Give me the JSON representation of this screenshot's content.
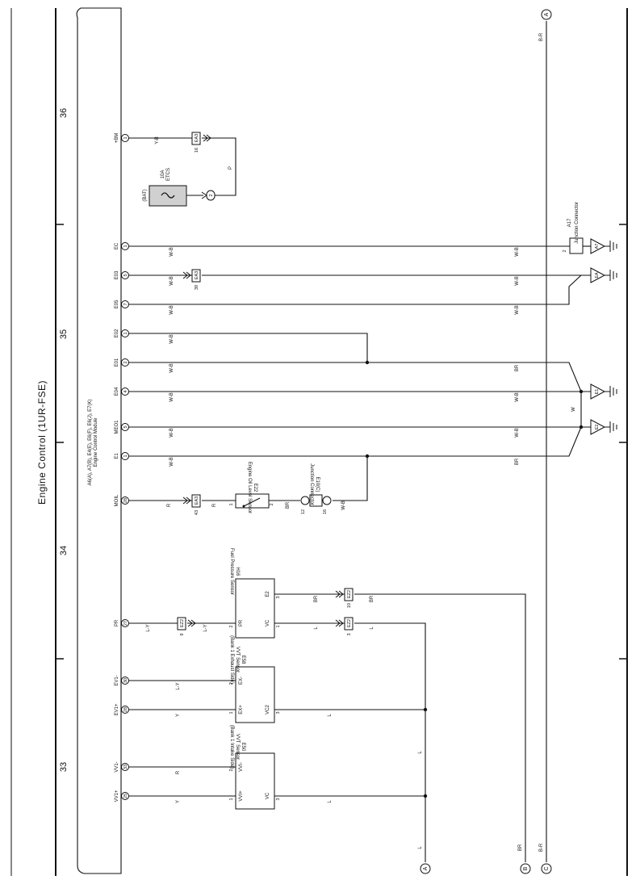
{
  "title": "Engine Control (1UR-FSE)",
  "page_numbers": [
    "36",
    "35",
    "34",
    "33"
  ],
  "ecm": {
    "connectors": "A6(A), A7(B), E4(E), E6(F), E6(J), E7(K)",
    "name": "Engine Control Module"
  },
  "pins": [
    {
      "name": "+BM",
      "num": "1"
    },
    {
      "name": "EC",
      "num": "1"
    },
    {
      "name": "E03",
      "num": "5"
    },
    {
      "name": "E05",
      "num": "7"
    },
    {
      "name": "E02",
      "num": "1"
    },
    {
      "name": "E01",
      "num": "2"
    },
    {
      "name": "E04",
      "num": "4"
    },
    {
      "name": "MEO1",
      "num": "5"
    },
    {
      "name": "E1",
      "num": "1"
    },
    {
      "name": "MOIL",
      "num": "28"
    },
    {
      "name": "PR",
      "num": "27"
    },
    {
      "name": "EV1-",
      "num": "30"
    },
    {
      "name": "EV1+",
      "num": "28"
    },
    {
      "name": "VV1-",
      "num": "33"
    },
    {
      "name": "VV1+",
      "num": "25"
    }
  ],
  "wire_colors": {
    "y_b": "Y-B",
    "p": "P",
    "w_b": "W-B",
    "br": "BR",
    "r": "R",
    "l_y": "L-Y",
    "l": "L",
    "y": "Y",
    "w": "W",
    "b_r": "B-R"
  },
  "fuse": {
    "bat": "(BAT)",
    "rating": "10A",
    "name": "ETCS",
    "pin": "2"
  },
  "inline_connectors": {
    "ea3": "EA3",
    "ea3_pin_bm": "16",
    "ea3_pin_e03": "39",
    "ea3_pin_moil": "43",
    "ez2": "EZ2",
    "ez2_pin_pr": "9",
    "ez2_pin_vc": "3",
    "ez2_pin_e2": "10"
  },
  "junction_a17": {
    "id": "A17",
    "name": "Junction Connector",
    "pin": "2"
  },
  "grounds": [
    "A7",
    "EA",
    "E1",
    "E2"
  ],
  "oil_sensor": {
    "id": "E22",
    "name": "Engine Oil Level Sensor",
    "pin1": "1",
    "pin2": "2"
  },
  "junction_e10": {
    "id": "E10(C)",
    "name": "Junction Connector",
    "pin1": "12",
    "pin2": "16"
  },
  "fuel_sensor": {
    "id": "H16",
    "name": "Fuel Pressure Sensor",
    "pr": "PR",
    "vc": "VC",
    "e2": "E2",
    "p_pr": "2",
    "p_vc": "1",
    "p_e2": "3"
  },
  "vvt_exhaust": {
    "id": "E58",
    "name": "VVT Sensor",
    "sub": "(Bank 1 Exhaust Side)",
    "minus": "EX-",
    "plus": "EX+",
    "vc": "VC2",
    "p_minus": "2",
    "p_plus": "1",
    "p_vc": "3"
  },
  "vvt_intake": {
    "id": "E50",
    "name": "VVT Sensor",
    "sub": "(Bank 1 Intake Side)",
    "minus": "VVI-",
    "plus": "VVI+",
    "vc": "VC",
    "p_minus": "2",
    "p_plus": "1",
    "p_vc": "3"
  },
  "off_page": [
    "A",
    "B",
    "C"
  ]
}
